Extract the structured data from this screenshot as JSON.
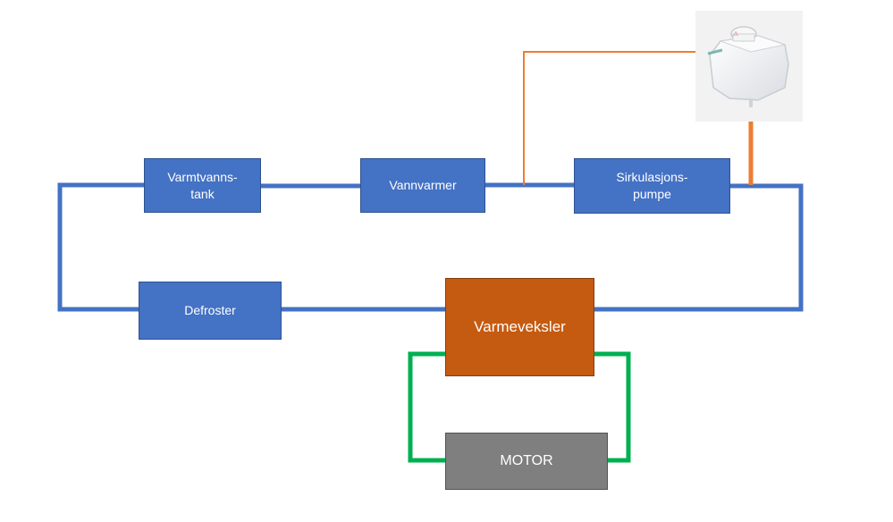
{
  "colors": {
    "coolant_loop": "#4472c4",
    "engine_loop": "#00b050",
    "expansion_line": "#ed7d31",
    "box_blue": "#4472c4",
    "box_heat_exchanger": "#c55a11",
    "box_motor": "#7f7f7f"
  },
  "nodes": {
    "varmtvannstank": "Varmtvanns-\ntank",
    "vannvarmer": "Vannvarmer",
    "sirkulasjonspumpe": "Sirkulasjons-\npumpe",
    "defroster": "Defroster",
    "varmeveksler": "Varmeveksler",
    "motor": "MOTOR"
  },
  "expansion_tank_image": "expansion-tank-icon"
}
